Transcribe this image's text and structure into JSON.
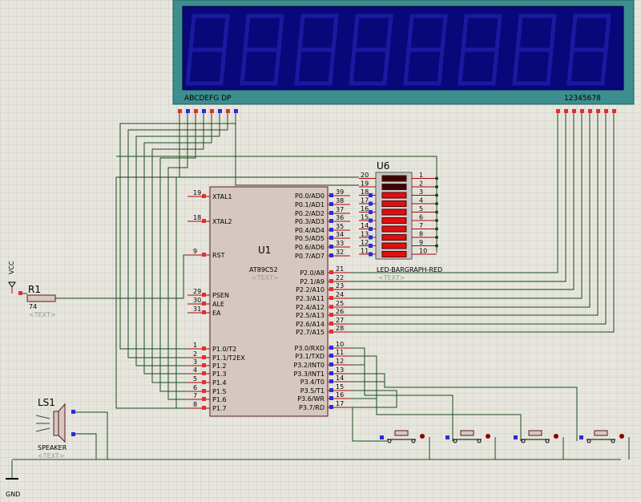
{
  "display": {
    "seg_labels": "ABCDEFG DP",
    "digit_labels": "12345678"
  },
  "u1": {
    "ref": "U1",
    "part": "AT89C52",
    "text": "<TEXT>",
    "left_pins": [
      {
        "num": "19",
        "name": "XTAL1"
      },
      {
        "num": "18",
        "name": "XTAL2"
      },
      {
        "num": "9",
        "name": "RST"
      },
      {
        "num": "29",
        "name": "PSEN"
      },
      {
        "num": "30",
        "name": "ALE"
      },
      {
        "num": "31",
        "name": "EA"
      },
      {
        "num": "1",
        "name": "P1.0/T2"
      },
      {
        "num": "2",
        "name": "P1.1/T2EX"
      },
      {
        "num": "3",
        "name": "P1.2"
      },
      {
        "num": "4",
        "name": "P1.3"
      },
      {
        "num": "5",
        "name": "P1.4"
      },
      {
        "num": "6",
        "name": "P1.5"
      },
      {
        "num": "7",
        "name": "P1.6"
      },
      {
        "num": "8",
        "name": "P1.7"
      }
    ],
    "right_pins": [
      {
        "num": "39",
        "name": "P0.0/AD0"
      },
      {
        "num": "38",
        "name": "P0.1/AD1"
      },
      {
        "num": "37",
        "name": "P0.2/AD2"
      },
      {
        "num": "36",
        "name": "P0.3/AD3"
      },
      {
        "num": "35",
        "name": "P0.4/AD4"
      },
      {
        "num": "34",
        "name": "P0.5/AD5"
      },
      {
        "num": "33",
        "name": "P0.6/AD6"
      },
      {
        "num": "32",
        "name": "P0.7/AD7"
      },
      {
        "num": "21",
        "name": "P2.0/A8"
      },
      {
        "num": "22",
        "name": "P2.1/A9"
      },
      {
        "num": "23",
        "name": "P2.2/A10"
      },
      {
        "num": "24",
        "name": "P2.3/A11"
      },
      {
        "num": "25",
        "name": "P2.4/A12"
      },
      {
        "num": "26",
        "name": "P2.5/A13"
      },
      {
        "num": "27",
        "name": "P2.6/A14"
      },
      {
        "num": "28",
        "name": "P2.7/A15"
      },
      {
        "num": "10",
        "name": "P3.0/RXD"
      },
      {
        "num": "11",
        "name": "P3.1/TXD"
      },
      {
        "num": "12",
        "name": "P3.2/INT0"
      },
      {
        "num": "13",
        "name": "P3.3/INT1"
      },
      {
        "num": "14",
        "name": "P3.4/T0"
      },
      {
        "num": "15",
        "name": "P3.5/T1"
      },
      {
        "num": "16",
        "name": "P3.6/WR"
      },
      {
        "num": "17",
        "name": "P3.7/RD"
      }
    ]
  },
  "u6": {
    "ref": "U6",
    "part": "LED-BARGRAPH-RED",
    "text": "<TEXT>",
    "left_nums": [
      "20",
      "19",
      "18",
      "17",
      "16",
      "15",
      "14",
      "13",
      "12",
      "11"
    ],
    "right_nums": [
      "1",
      "2",
      "3",
      "4",
      "5",
      "6",
      "7",
      "8",
      "9",
      "10"
    ]
  },
  "r1": {
    "ref": "R1",
    "value": "74",
    "text": "<TEXT>"
  },
  "vcc": {
    "label": "VCC"
  },
  "gnd": {
    "label": "GND"
  },
  "ls1": {
    "ref": "LS1",
    "part": "SPEAKER",
    "text": "<TEXT>"
  },
  "colors": {
    "background": "#e6e6de",
    "grid": "#cfcfc6",
    "wire": "#1a4a1a",
    "display_frame": "#3d8e8e",
    "display_screen": "#08087a",
    "chip_body": "#d6c8c0",
    "pin_red": "#e03030",
    "pin_blue": "#2b2bd6"
  }
}
